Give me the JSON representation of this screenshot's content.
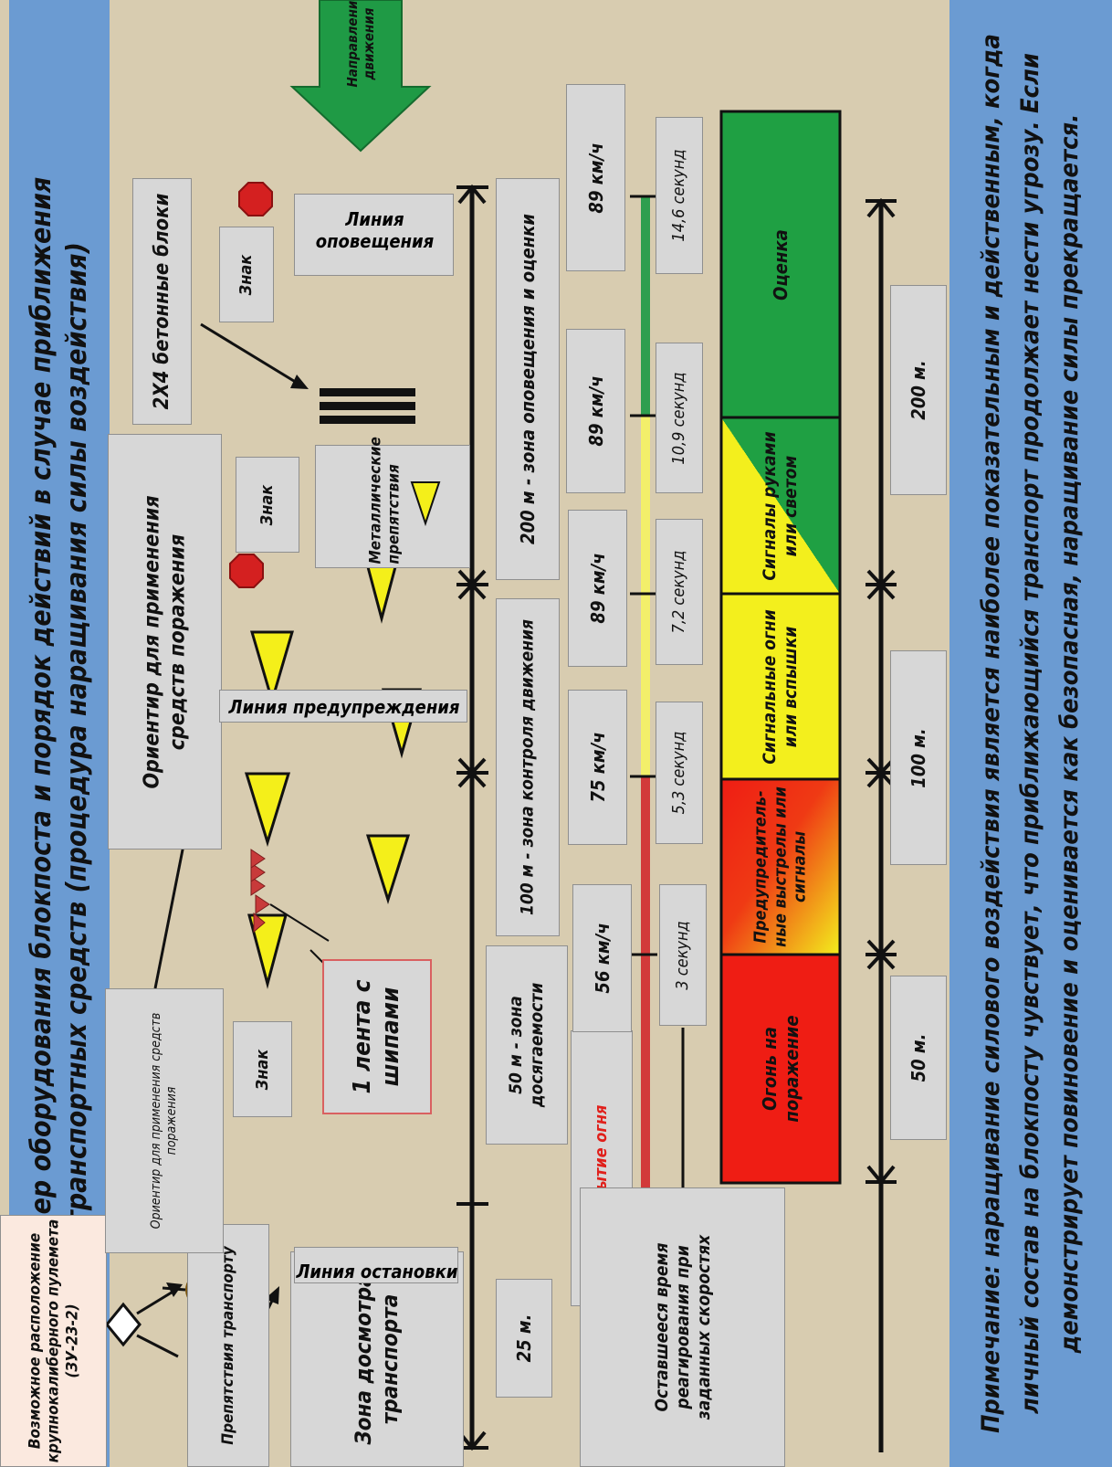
{
  "title": "Пример оборудования блокпоста и порядок действий в случае приближения транспортных средств (процедура наращивания силы воздействия)",
  "title_line1": "Пример оборудования блокпоста и порядок действий в случае приближения",
  "title_line2": "транспортных средств (процедура наращивания силы воздействия)",
  "note_line1": "Примечание: наращивание силового воздействия является наиболее показательным и действенным, когда",
  "note_line2": "личный состав на блокпосту чувствует, что приближающийся транспорт продолжает нести угрозу. Если",
  "note_line3": "демонстрирует повиновение и оценивается как безопасная, наращивание силы прекращается.",
  "direction": "Направление движения",
  "labels": {
    "machine_gun": "Возможное расположение крупнокалиберного пулемета (ЗУ-23-2)",
    "vehicle_obstacles": "Препятствия транспорту",
    "inspection_zone": "Зона досмотра транспорта",
    "target_ref_small": "Ориентир для применения средств поражения",
    "target_ref_large": "Ориентир для применения средств поражения",
    "sign": "Знак",
    "concrete_blocks": "2Х4 бетонные блоки",
    "metal_obstacles": "Металлические препятствия",
    "spike_strip": "1 лента с шипами",
    "alert_line": "Линия оповещения",
    "warning_line": "Линия предупреждения",
    "stop_line": "Линия остановки",
    "zone_200": "200 м - зона оповещения и оценки",
    "zone_100": "100 м - зона контроля движения",
    "zone_50": "50 м - зона досягаемости",
    "open_fire": "Открытие огня",
    "reaction_time": "Оставшееся время реагирования при заданных скоростях",
    "dist_25": "25 м.",
    "dist_50": "50 м.",
    "dist_100": "100 м.",
    "dist_200": "200 м."
  },
  "speeds": [
    "89 км/ч",
    "89 км/ч",
    "89 км/ч",
    "75 км/ч",
    "56 км/ч"
  ],
  "times": [
    "14,6 секунд",
    "10,9 секунд",
    "7,2 секунд",
    "5,3 секунд",
    "3 секунд"
  ],
  "stages": [
    {
      "label": "Оценка",
      "color": "#1fa043"
    },
    {
      "label": "Сигналы руками или светом",
      "color": "#1fa043/#f3ef1d"
    },
    {
      "label": "Сигнальные огни или вспышки",
      "color": "#f3ef1d"
    },
    {
      "label": "Предупредитель-ные выстрелы или сигналы",
      "color": "#ef1d14/#f3ef1d"
    },
    {
      "label": "Огонь на поражение",
      "color": "#ef1d14"
    }
  ],
  "colors": {
    "green": "#1fa043",
    "yellow": "#f3ef1d",
    "red": "#ef1d14",
    "blue": "#6b9bd2",
    "orange": "#f5b41c",
    "tan": "#d8ccb0"
  }
}
